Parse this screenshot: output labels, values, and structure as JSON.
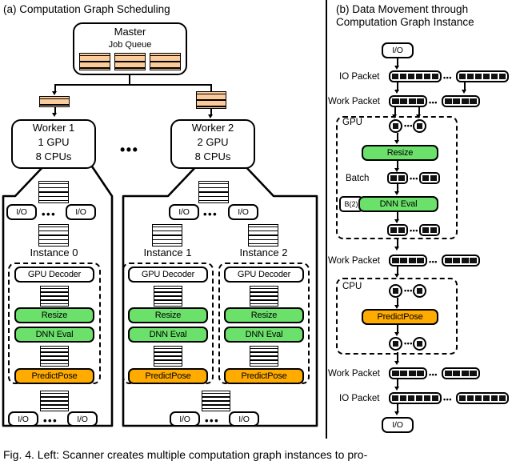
{
  "figure": {
    "caption": "Fig. 4.  Left: Scanner creates multiple computation graph instances to pro-"
  },
  "panel_a": {
    "title": "(a) Computation Graph Scheduling",
    "master": {
      "name": "Master",
      "queue_label": "Job Queue",
      "queue_blocks": 3,
      "stripes_per_block": 3
    },
    "dispatch": {
      "left_block_stripes": 2,
      "right_block_stripes": 3
    },
    "ellipsis": "•••",
    "workers": [
      {
        "name": "Worker 1",
        "gpu": "1 GPU",
        "cpu": "8 CPUs",
        "io_label": "I/O",
        "instances": [
          {
            "name": "Instance 0",
            "ops": [
              {
                "label": "GPU Decoder",
                "color": "white"
              },
              {
                "label": "Resize",
                "color": "green"
              },
              {
                "label": "DNN Eval",
                "color": "green"
              },
              {
                "label": "PredictPose",
                "color": "orange"
              }
            ]
          }
        ]
      },
      {
        "name": "Worker 2",
        "gpu": "2 GPU",
        "cpu": "8 CPUs",
        "io_label": "I/O",
        "instances": [
          {
            "name": "Instance 1",
            "ops": [
              {
                "label": "GPU Decoder",
                "color": "white"
              },
              {
                "label": "Resize",
                "color": "green"
              },
              {
                "label": "DNN Eval",
                "color": "green"
              },
              {
                "label": "PredictPose",
                "color": "orange"
              }
            ]
          },
          {
            "name": "Instance 2",
            "ops": [
              {
                "label": "GPU Decoder",
                "color": "white"
              },
              {
                "label": "Resize",
                "color": "green"
              },
              {
                "label": "DNN Eval",
                "color": "green"
              },
              {
                "label": "PredictPose",
                "color": "orange"
              }
            ]
          }
        ]
      }
    ]
  },
  "panel_b": {
    "title": "(b) Data Movement through\n     Computation Graph Instance",
    "io_top": "I/O",
    "io_bottom": "I/O",
    "rows": [
      {
        "label": "IO Packet",
        "segments": 6
      },
      {
        "label": "Work Packet",
        "segments": 4
      },
      {
        "label": "Work Packet",
        "segments": 4
      },
      {
        "label": "Work Packet",
        "segments": 4
      },
      {
        "label": "IO Packet",
        "segments": 6
      }
    ],
    "gpu_group": {
      "label": "GPU",
      "batch_label": "Batch",
      "batch_tag": "B(2)",
      "ops": [
        {
          "label": "Resize",
          "color": "green"
        },
        {
          "label": "DNN Eval",
          "color": "green"
        }
      ]
    },
    "cpu_group": {
      "label": "CPU",
      "ops": [
        {
          "label": "PredictPose",
          "color": "orange"
        }
      ]
    },
    "ellipsis": "•••"
  },
  "colors": {
    "green": "#6be06b",
    "orange": "#ffab00",
    "peach": "#fbcb9c",
    "ink": "#000000"
  }
}
